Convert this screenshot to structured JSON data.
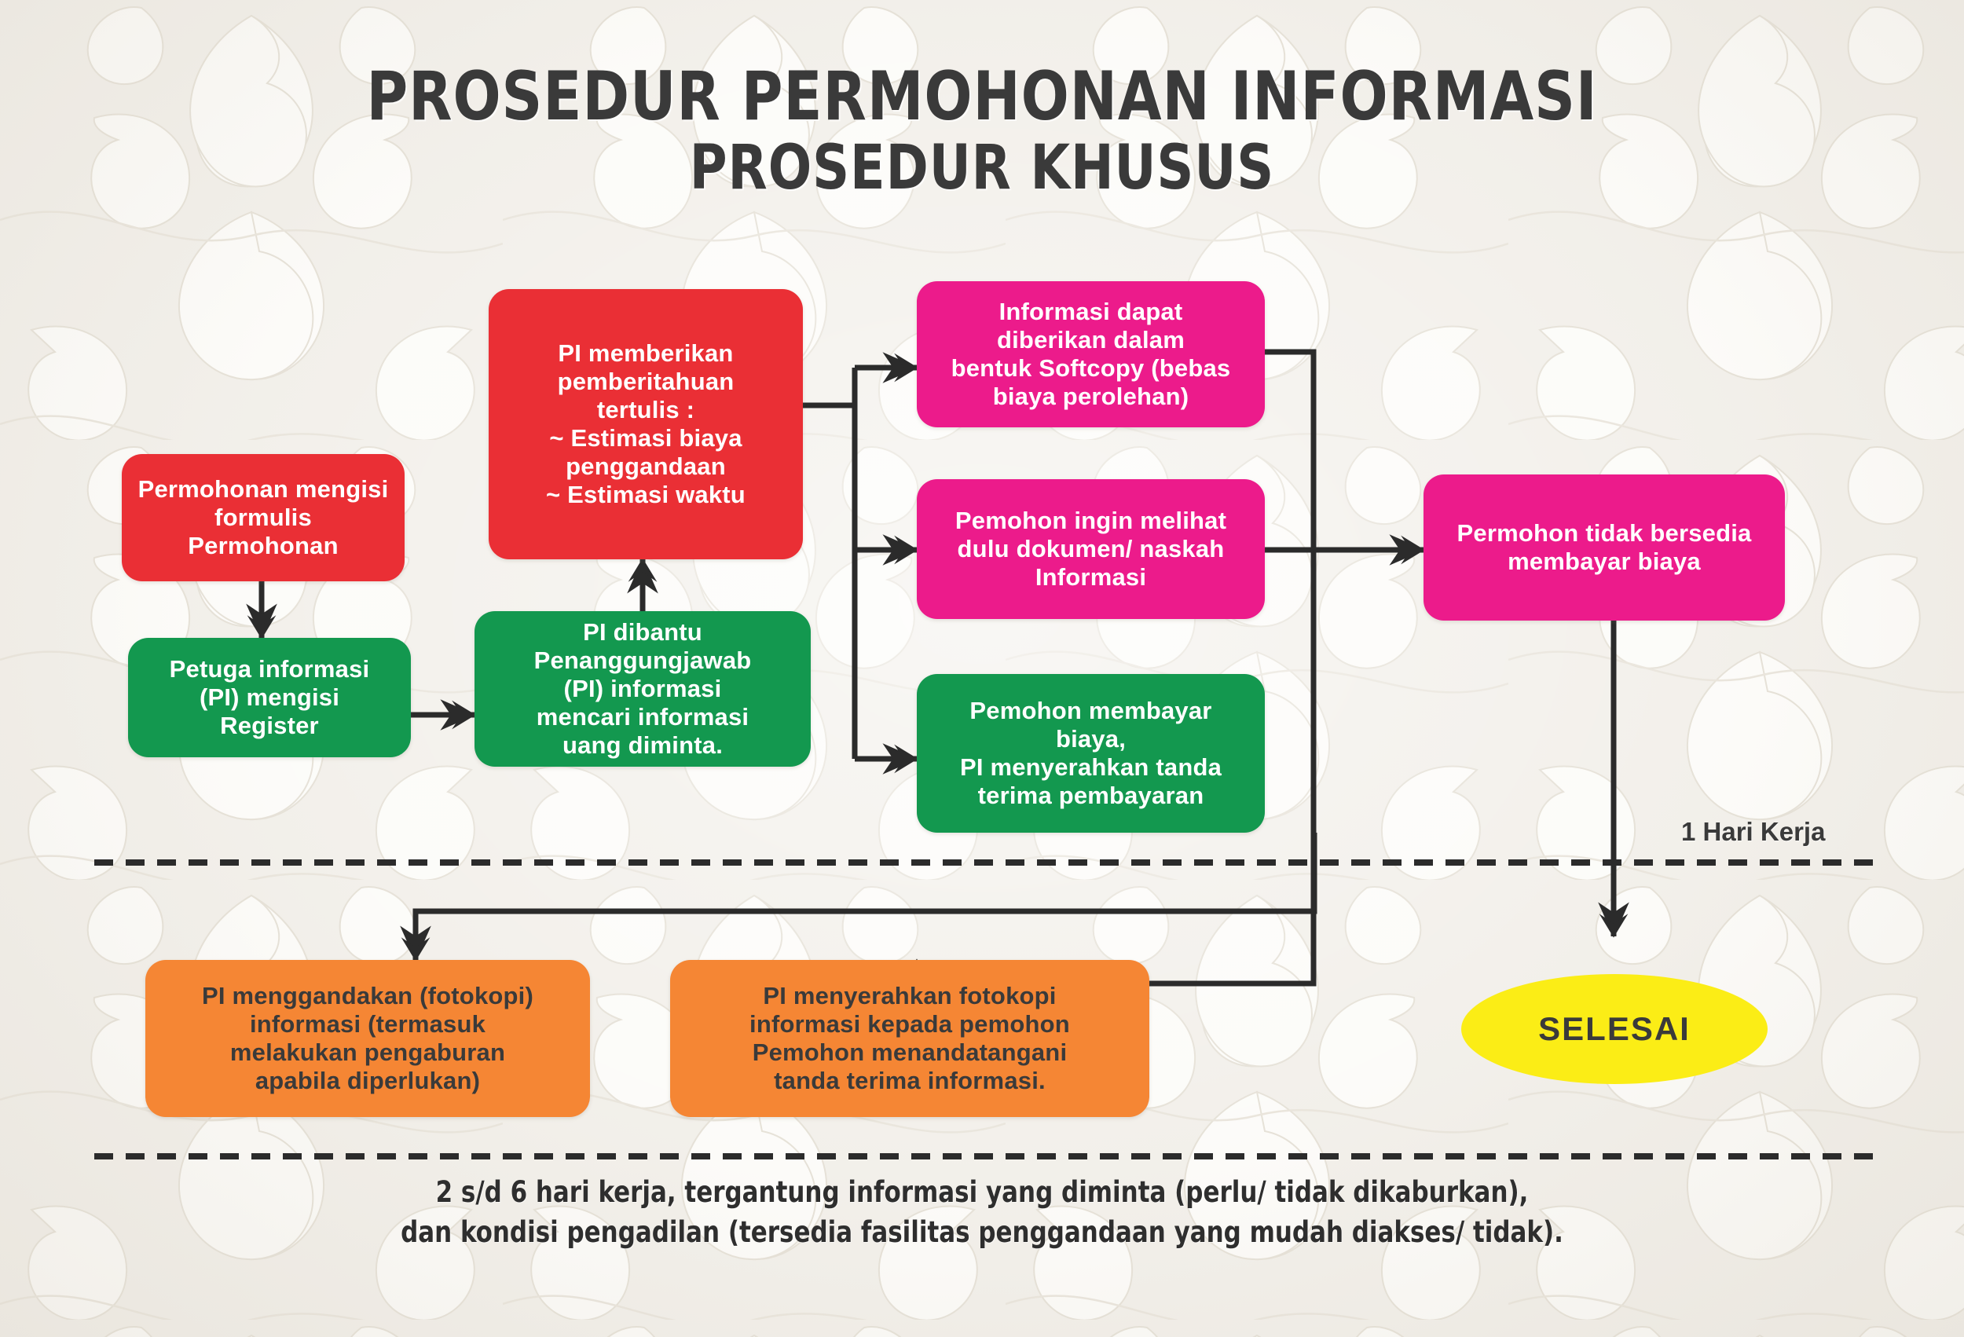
{
  "header": {
    "title_line1": "PROSEDUR PERMOHONAN INFORMASI",
    "title_line2": "PROSEDUR KHUSUS"
  },
  "colors": {
    "background": "#f1eee8",
    "red": "#ea2f35",
    "green": "#13984f",
    "pink": "#ec1b8b",
    "orange": "#f58634",
    "yellow": "#fbed16",
    "ink": "#3a3a3a"
  },
  "nodes": {
    "n1": {
      "label": "Permohonan mengisi\nformulis\nPermohonan",
      "color": "red"
    },
    "n2": {
      "label": "Petuga informasi\n(PI) mengisi\nRegister",
      "color": "green"
    },
    "n3": {
      "label": "PI dibantu\nPenanggungjawab\n(PI) informasi\nmencari informasi\nuang diminta.",
      "color": "green"
    },
    "n4": {
      "label": "PI memberikan\npemberitahuan\ntertulis :\n~ Estimasi biaya\npenggandaan\n~ Estimasi waktu",
      "color": "red"
    },
    "n5": {
      "label": "Informasi dapat\ndiberikan dalam\nbentuk Softcopy (bebas\nbiaya perolehan)",
      "color": "pink"
    },
    "n6": {
      "label": "Pemohon ingin melihat\ndulu dokumen/ naskah\nInformasi",
      "color": "pink"
    },
    "n7": {
      "label": "Pemohon membayar\nbiaya,\nPI menyerahkan tanda\nterima pembayaran",
      "color": "green"
    },
    "n8": {
      "label": "Permohon tidak bersedia\nmembayar biaya",
      "color": "pink"
    },
    "n9": {
      "label": "PI menggandakan (fotokopi)\ninformasi (termasuk\nmelakukan pengaburan\napabila diperlukan)",
      "color": "orange"
    },
    "n10": {
      "label": "PI menyerahkan fotokopi\ninformasi kepada pemohon\nPemohon menandatangani\ntanda terima informasi.",
      "color": "orange"
    },
    "terminal": {
      "label": "SELESAI",
      "color": "yellow"
    }
  },
  "labels": {
    "lane_one_day": "1 Hari Kerja",
    "footnote": "2 s/d 6 hari kerja, tergantung informasi yang diminta (perlu/ tidak dikaburkan),\ndan kondisi pengadilan (tersedia fasilitas penggandaan yang mudah diakses/ tidak)."
  },
  "chart_data": {
    "type": "diagram",
    "diagram_kind": "flowchart",
    "title": "PROSEDUR PERMOHONAN INFORMASI — PROSEDUR KHUSUS",
    "swimlanes": [
      {
        "name": "1 Hari Kerja",
        "nodes": [
          "n1",
          "n2",
          "n3",
          "n4",
          "n5",
          "n6",
          "n7",
          "n8",
          "terminal"
        ]
      },
      {
        "name": "2 s/d 6 hari kerja",
        "nodes": [
          "n9",
          "n10"
        ]
      }
    ],
    "edges": [
      {
        "from": "n1",
        "to": "n2"
      },
      {
        "from": "n2",
        "to": "n3"
      },
      {
        "from": "n3",
        "to": "n4"
      },
      {
        "from": "n4",
        "to": "n5"
      },
      {
        "from": "n4",
        "to": "n6"
      },
      {
        "from": "n4",
        "to": "n7"
      },
      {
        "from": "n5",
        "to": "n8"
      },
      {
        "from": "n6",
        "to": "n8"
      },
      {
        "from": "n5",
        "to": "n10"
      },
      {
        "from": "n7",
        "to": "n9"
      },
      {
        "from": "n8",
        "to": "terminal"
      }
    ]
  }
}
